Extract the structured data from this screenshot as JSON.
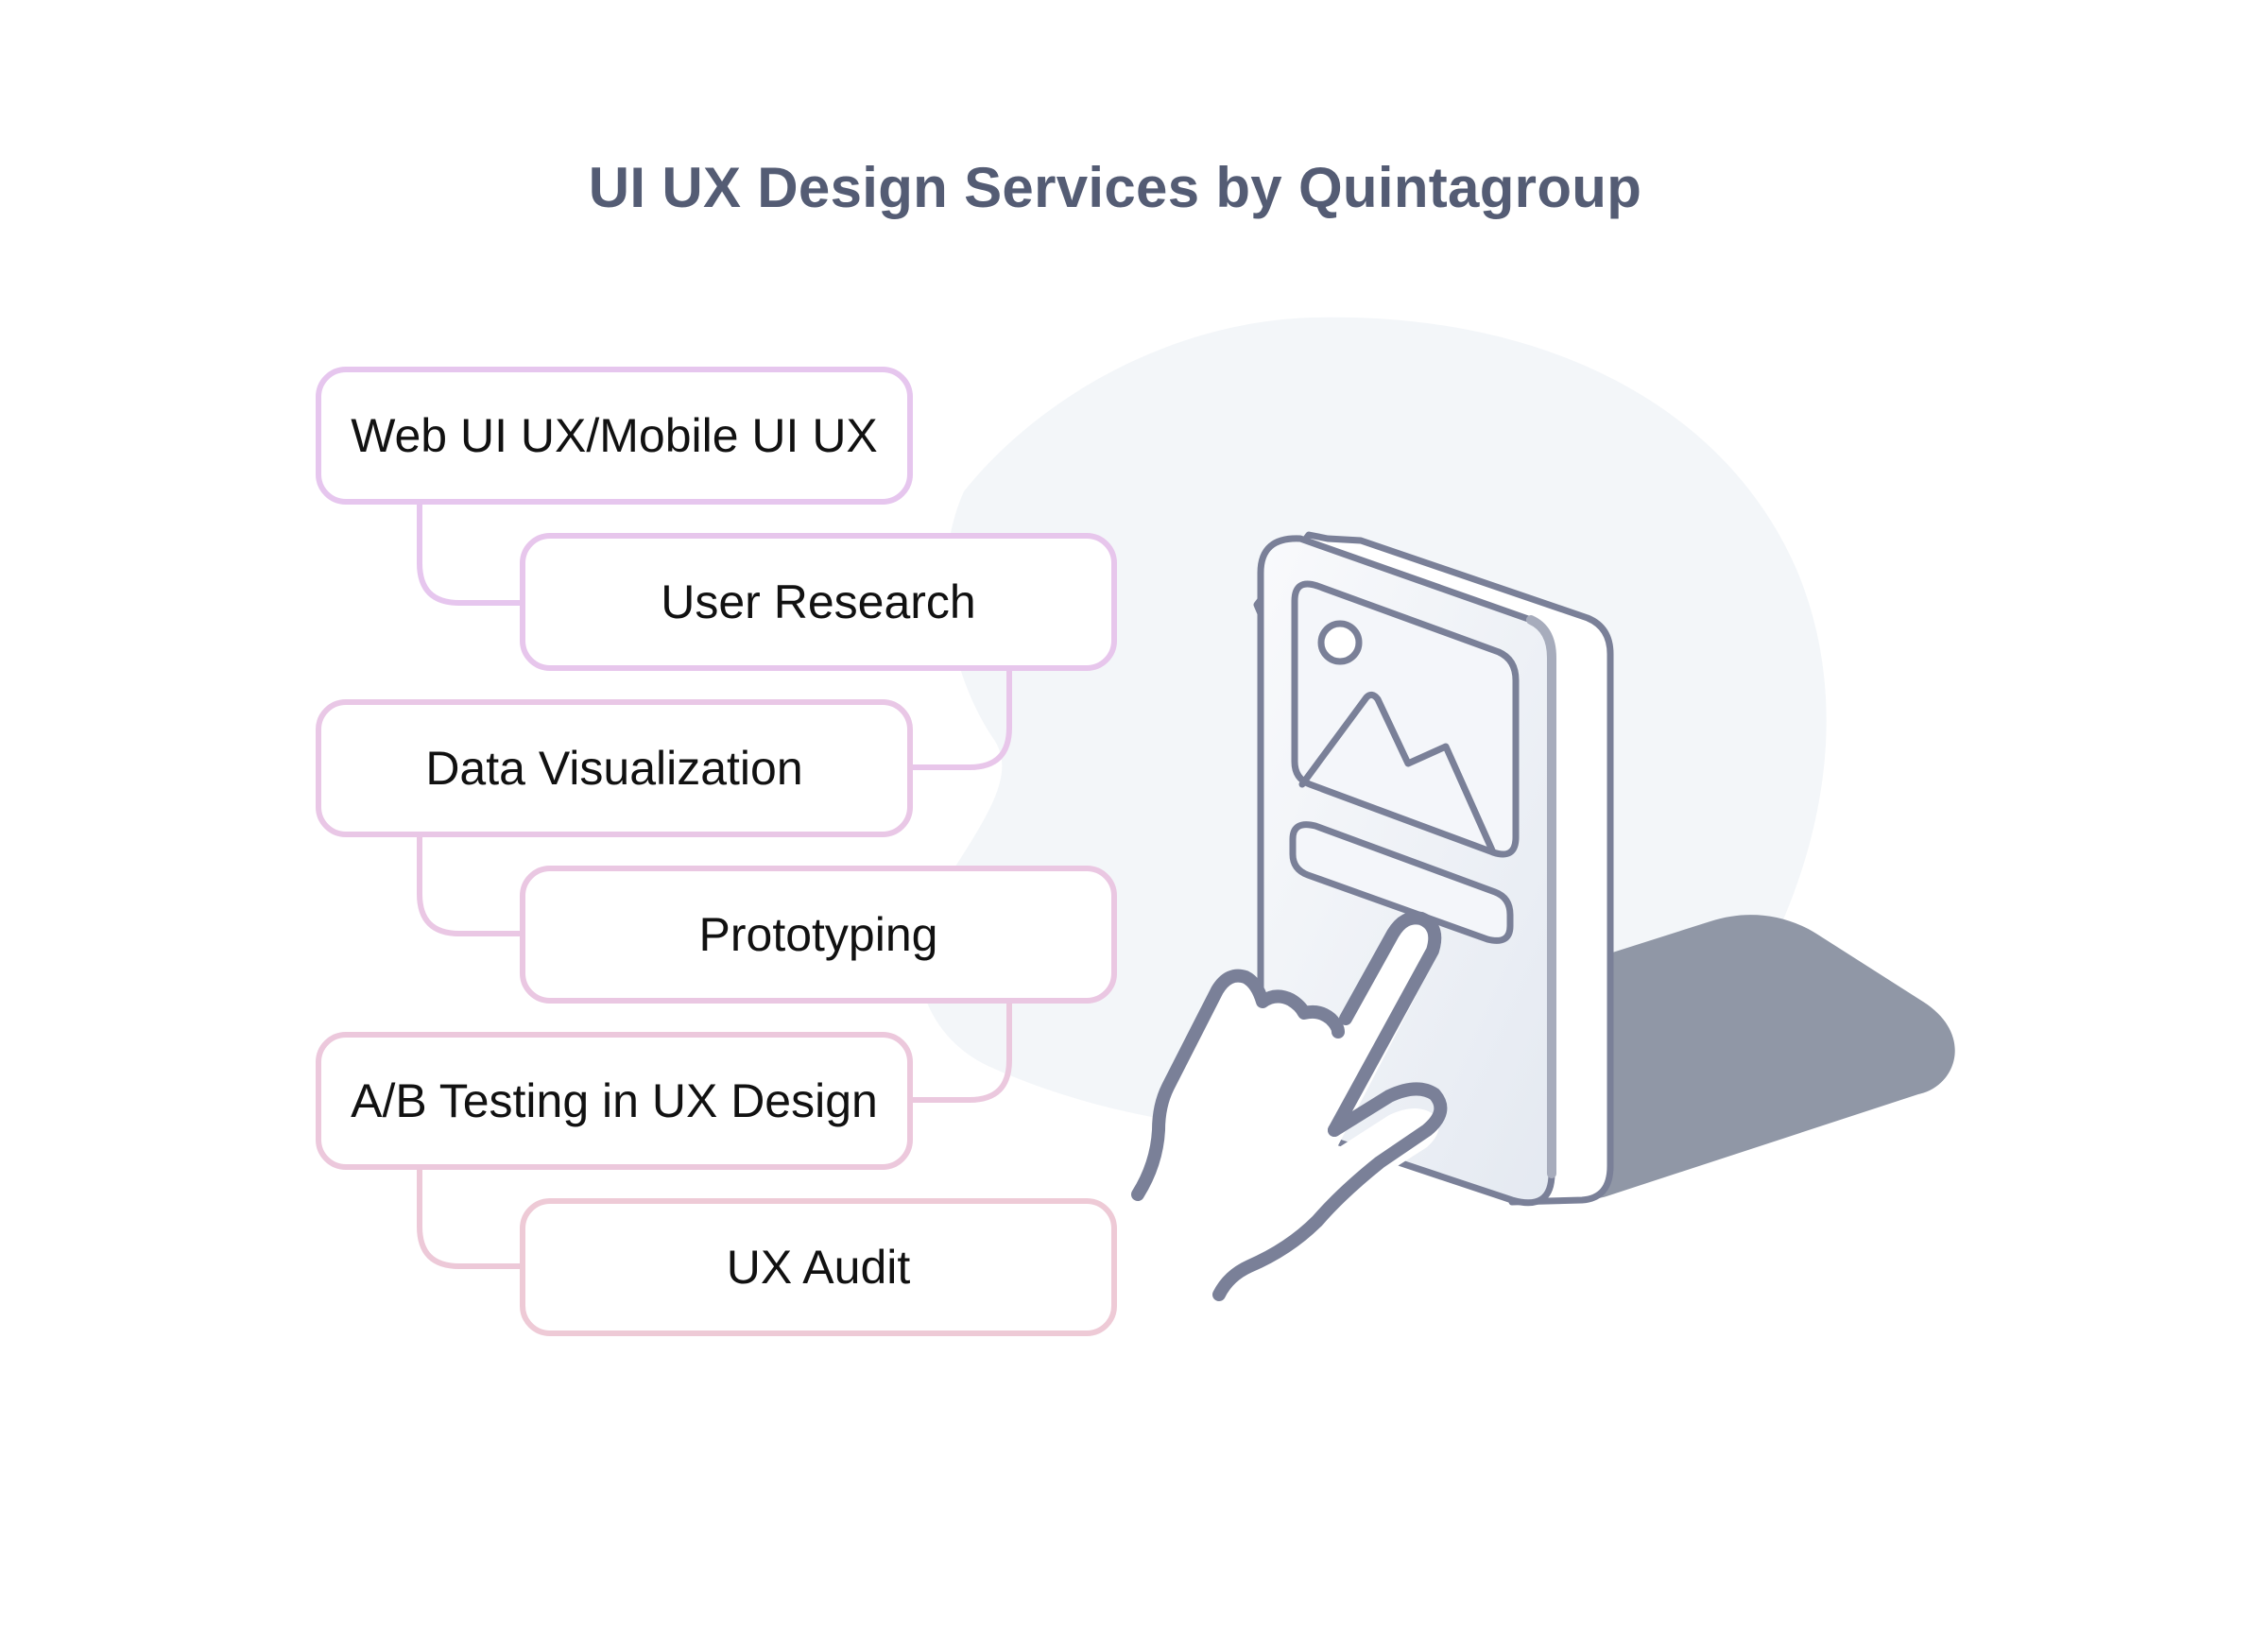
{
  "title": "UI UX Design Services by Quintagroup",
  "services": [
    {
      "label": "Web UI UX/Mobile UI UX",
      "color": "#e6c6ee"
    },
    {
      "label": "User Research",
      "color": "#e7c6ec"
    },
    {
      "label": "Data Visualization",
      "color": "#e9c7e6"
    },
    {
      "label": "Prototyping",
      "color": "#eac7e2"
    },
    {
      "label": "A/B Testing in UX Design",
      "color": "#ecc8dc"
    },
    {
      "label": "UX Audit",
      "color": "#eecad6"
    }
  ],
  "colors": {
    "outline": "#7a8098",
    "blob": "#f3f6f9",
    "shadow": "#9097a6",
    "title": "#545c74"
  },
  "icons": [
    "phone-icon",
    "image-icon",
    "hand-pointer-icon"
  ]
}
